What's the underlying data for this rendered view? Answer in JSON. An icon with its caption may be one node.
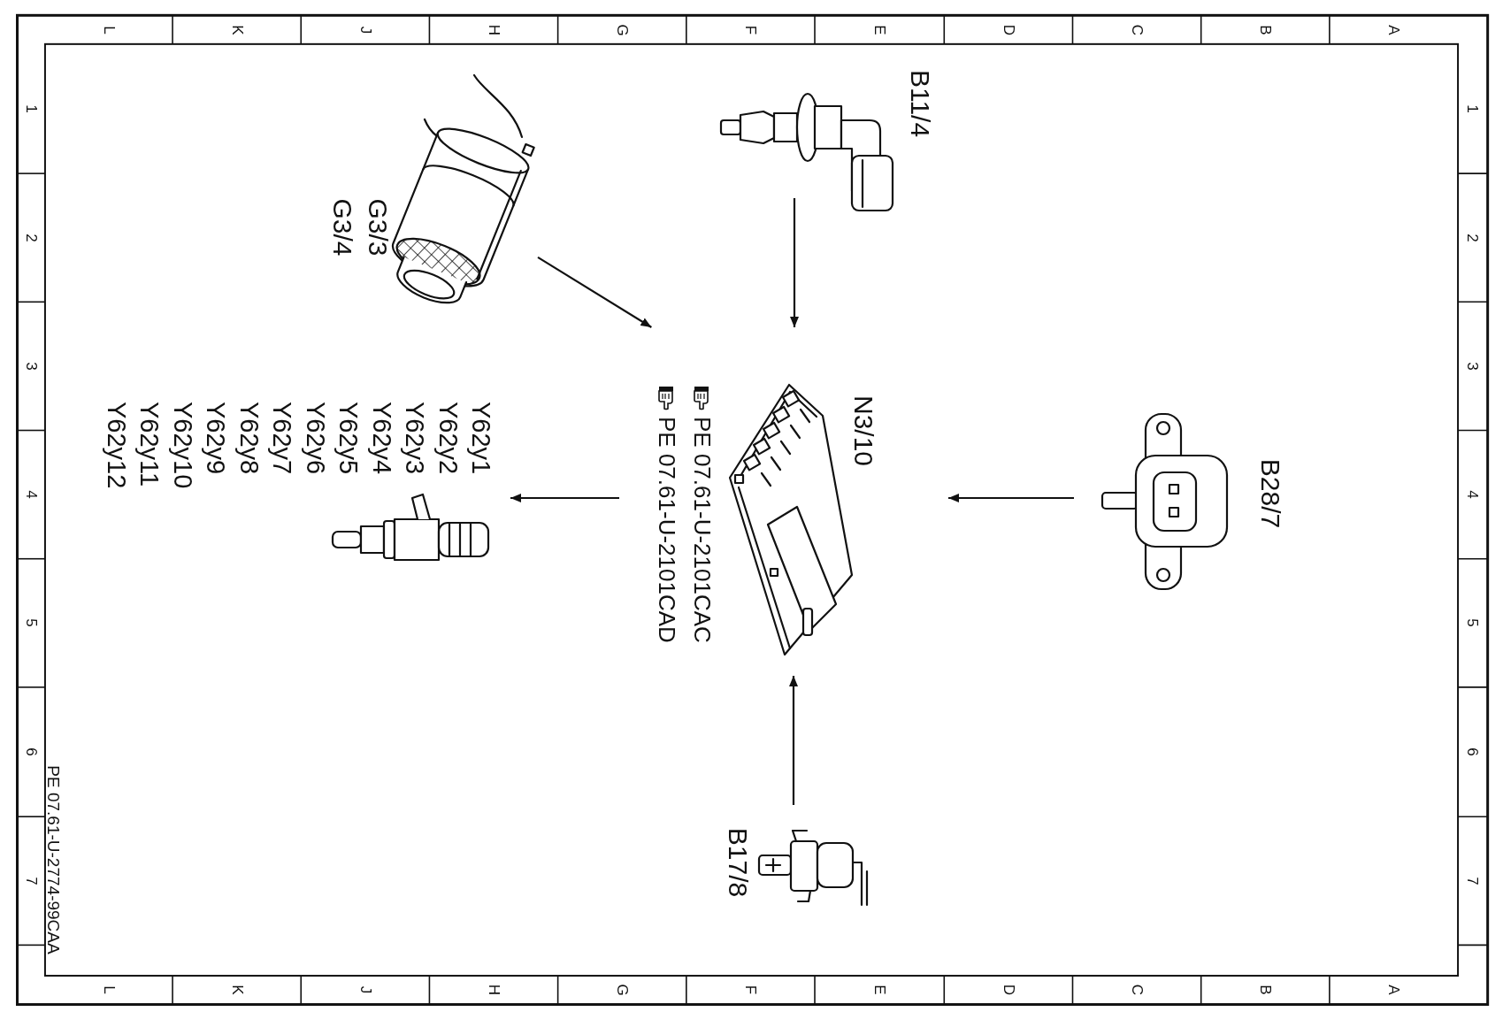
{
  "diagram": {
    "nodes": [
      {
        "text": [
          "G3/3",
          "G3/4"
        ]
      },
      {
        "text": [
          "B11/4"
        ]
      },
      {
        "text": [
          "N3/10"
        ],
        "beside": [
          "PE 07.61-U-2101CAC",
          "PE 07.61-U-2101CAD"
        ]
      },
      {
        "text": [
          "B28/7"
        ]
      },
      {
        "text": [
          "B17/8"
        ]
      },
      {
        "text": [
          "Y62y1",
          "Y62y2",
          "Y62y3",
          "Y62y4",
          "Y62y5",
          "Y62y6",
          "Y62y7",
          "Y62y8",
          "Y62y9",
          "Y62y10",
          "Y62y11",
          "Y62y12"
        ]
      }
    ],
    "edges": [
      {
        "from": 0,
        "to": 2,
        "arrow": "to"
      },
      {
        "from": 1,
        "to": 2,
        "arrow": "to"
      },
      {
        "from": 3,
        "to": 2,
        "arrow": "to"
      },
      {
        "from": 4,
        "to": 2,
        "arrow": "to"
      },
      {
        "from": 2,
        "to": 5,
        "arrow": "to"
      }
    ],
    "labels": [
      "L",
      "K",
      "J",
      "H",
      "G",
      "F",
      "E",
      "D",
      "C",
      "B",
      "A",
      "1",
      "2",
      "3",
      "4",
      "5",
      "6",
      "7",
      "1",
      "2",
      "3",
      "4",
      "5",
      "6",
      "7",
      "L",
      "K",
      "J",
      "H",
      "G",
      "F",
      "E",
      "D",
      "C",
      "B",
      "A",
      "PE 07.61-U-2774-99CAA"
    ]
  }
}
